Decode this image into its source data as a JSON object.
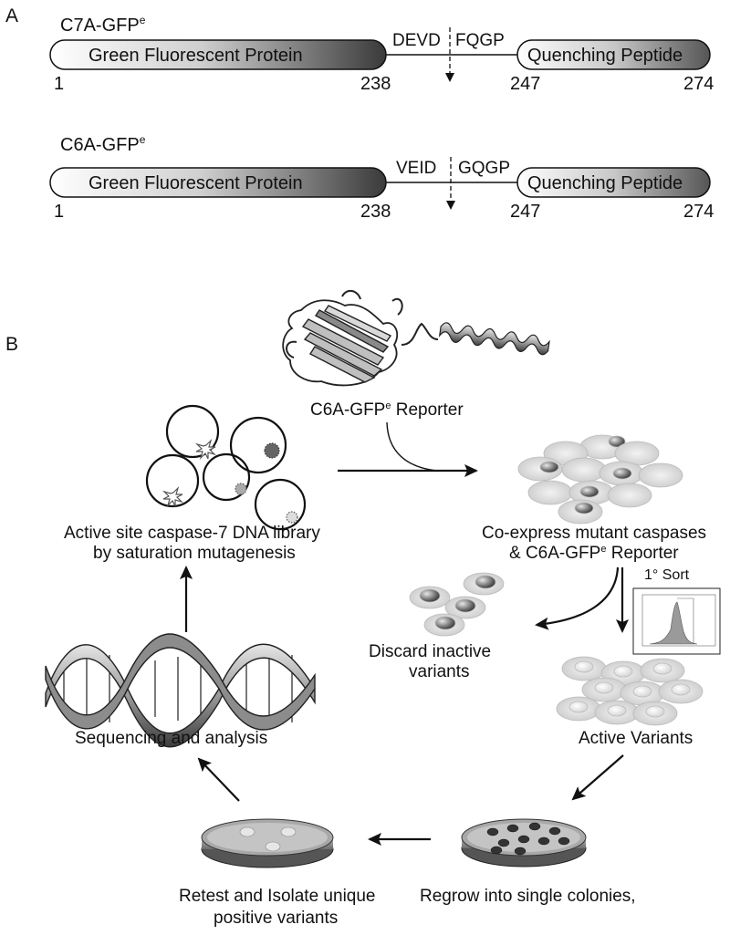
{
  "panel_a": {
    "letter": "A",
    "constructs": [
      {
        "name": "C7A-GFP",
        "name_sup": "e",
        "gfp_label": "Green Fluorescent Protein",
        "site_left": "DEVD",
        "site_right": "FQGP",
        "peptide_label": "Quenching Peptide",
        "pos_start": "1",
        "pos_gfp_end": "238",
        "pos_peptide_start": "247",
        "pos_end": "274"
      },
      {
        "name": "C6A-GFP",
        "name_sup": "e",
        "gfp_label": "Green Fluorescent Protein",
        "site_left": "VEID",
        "site_right": "GQGP",
        "peptide_label": "Quenching Peptide",
        "pos_start": "1",
        "pos_gfp_end": "238",
        "pos_peptide_start": "247",
        "pos_end": "274"
      }
    ]
  },
  "panel_b": {
    "letter": "B",
    "reporter_prefix": "C6A-GFP",
    "reporter_sup": "e",
    "reporter_suffix": " Reporter",
    "library_line1": "Active site caspase-7 DNA library",
    "library_line2": "by saturation mutagenesis",
    "coexpress_line1": "Co-express mutant caspases",
    "coexpress_line2_prefix": "& C6A-GFP",
    "coexpress_line2_sup": "e",
    "coexpress_line2_suffix": " Reporter",
    "sort_label": "1° Sort",
    "discard_line1": "Discard inactive",
    "discard_line2": "variants",
    "active_label": "Active Variants",
    "sequencing_label": "Sequencing and analysis",
    "regrow_label": "Regrow into single colonies,",
    "retest_line1": "Retest and Isolate unique",
    "retest_line2": "positive variants"
  }
}
